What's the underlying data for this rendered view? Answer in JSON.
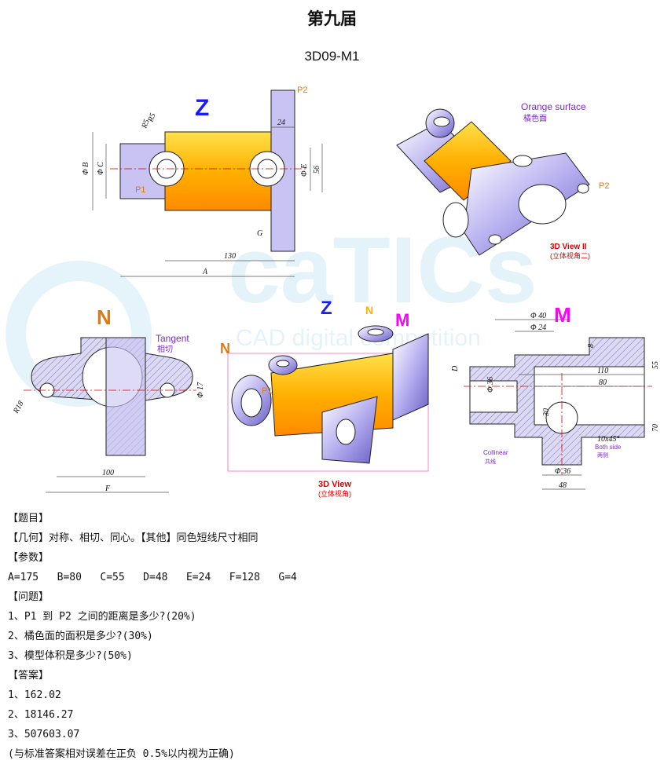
{
  "title": "第九届",
  "subtitle": "3D09-M1",
  "labels": {
    "z": "Z",
    "n": "N",
    "m": "M",
    "p1": "P1",
    "p2": "P2",
    "orange_surface": "Orange surface",
    "orange_surface_cn": "橘色面",
    "view2": "3D View II",
    "view2_cn": "(立体视角二)",
    "tangent": "Tangent",
    "tangent_cn": "相切",
    "view3d": "3D View",
    "view3d_cn": "(立体视角)",
    "collinear": "Collinear",
    "collinear_cn": "共线",
    "both_side": "Both side",
    "both_side_cn": "两侧",
    "watermark": "caTICs",
    "watermark_sub": "CAD digital competition"
  },
  "dims": {
    "r5a": "R5",
    "r5b": "R5",
    "d24": "24",
    "dB": "Φ B",
    "dC": "Φ C",
    "dE": "Φ E",
    "d56": "56",
    "dG": "G",
    "d130": "130",
    "dA": "A",
    "r18": "R18",
    "d17": "Φ 17",
    "d100": "100",
    "dF": "F",
    "d40": "Φ 40",
    "d24b": "Φ 24",
    "d8": "8",
    "d55": "55",
    "dD": "D",
    "d110": "110",
    "d80": "80",
    "d36a": "Φ 36",
    "d30": "30",
    "d70": "70",
    "d10x45": "10x45°",
    "d36b": "Φ 36",
    "d48": "48"
  },
  "sections": {
    "topic_h": "【题目】",
    "geometry": "【几何】对称、相切、同心。【其他】同色短线尺寸相同",
    "params_h": "【参数】",
    "params": "A=175   B=80   C=55   D=48   E=24   F=128   G=4",
    "questions_h": "【问题】",
    "q1": "1、P1 到 P2 之间的距离是多少?(20%)",
    "q2": "2、橘色面的面积是多少?(30%)",
    "q3": "3、模型体积是多少?(50%)",
    "answers_h": "【答案】",
    "a1": "1、162.02",
    "a2": "2、18146.27",
    "a3": "3、507603.07",
    "note": "(与标准答案相对误差在正负 0.5%以内视为正确)"
  },
  "colors": {
    "orange": "#ffb000",
    "purple": "#8a7fd6",
    "blue": "#1a1aff",
    "magenta": "#ff00ff",
    "n_orange": "#e07a10"
  }
}
